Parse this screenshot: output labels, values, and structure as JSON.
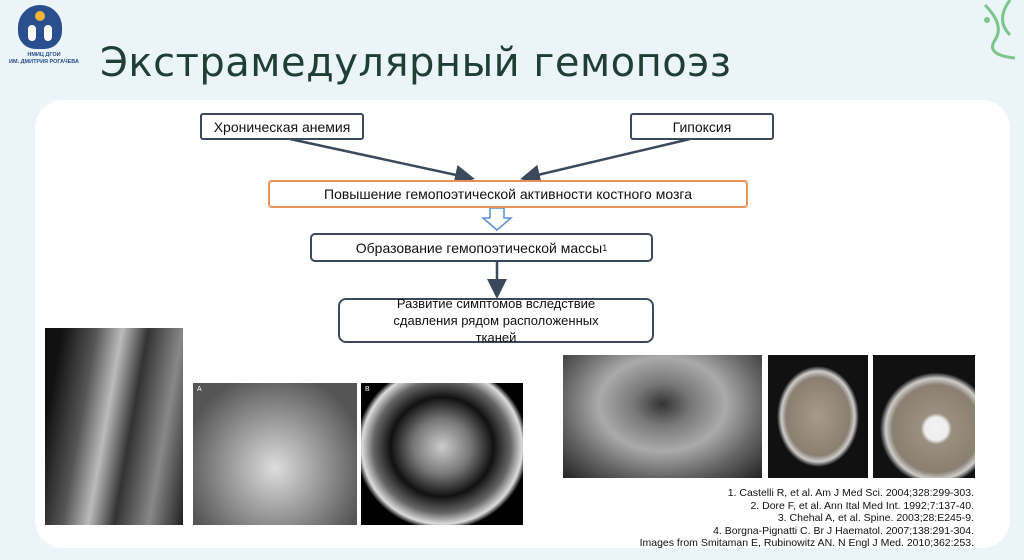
{
  "logo": {
    "line1": "НМИЦ ДГОИ",
    "line2": "ИМ. ДМИТРИЯ РОГАЧЕВА"
  },
  "title": "Экстрамедулярный гемопоэз",
  "flow": {
    "cause1": "Хроническая анемия",
    "cause2": "Гипоксия",
    "step1": "Повышение гемопоэтической активности костного мозга",
    "step2": "Образование гемопоэтической массы",
    "step2_sup": "1",
    "step3": "Развитие симптомов вследствие сдавления рядом расположенных тканей"
  },
  "images": {
    "xray_label": "A",
    "ct_label": "B"
  },
  "references": [
    "1. Castelli R, et al. Am J Med Sci. 2004;328:299-303.",
    "2. Dore F, et al. Ann Ital Med Int. 1992;7:137-40.",
    "3. Chehal A, et al. Spine. 2003;28:E245-9.",
    "4. Borgna-Pignatti C. Br J Haematol. 2007;138:291-304.",
    "Images from Smitaman E, Rubinowitz AN. N Engl J Med. 2010;362:253."
  ],
  "colors": {
    "accent_orange": "#e8925a",
    "title": "#1f3f35",
    "logo_blue": "#2a4f8f"
  }
}
